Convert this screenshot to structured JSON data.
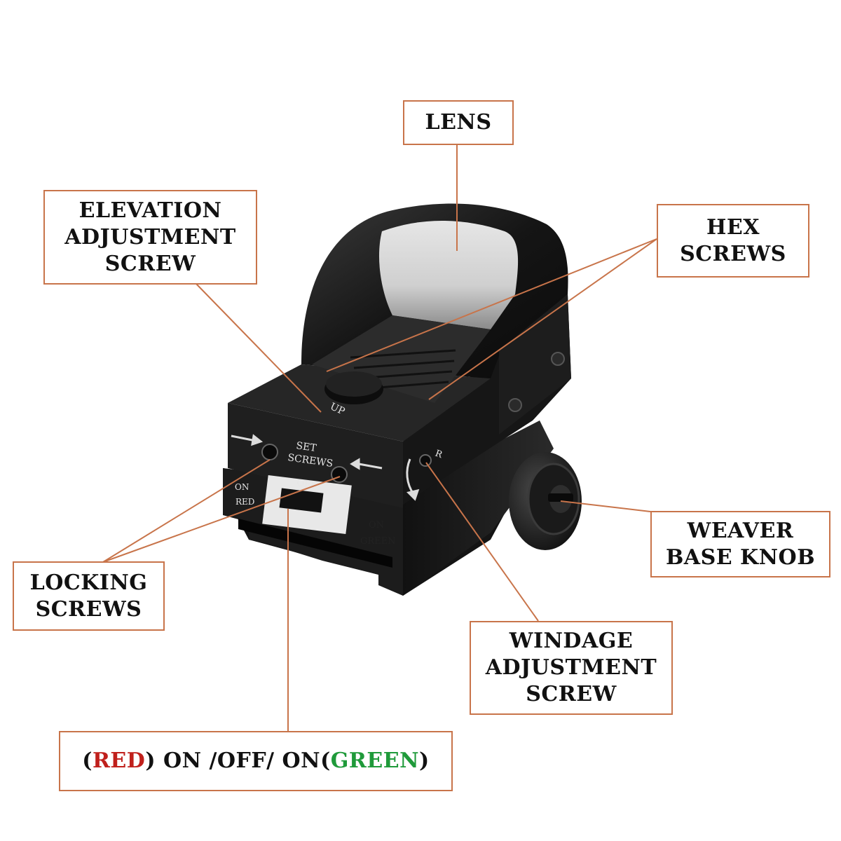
{
  "colors": {
    "leader": "#c8744a",
    "red_text": "#c0201c",
    "green_text": "#1f9a3a",
    "body_black": "#1a1a1a"
  },
  "labels": {
    "lens": [
      "LENS"
    ],
    "elevation": [
      "ELEVATION",
      "ADJUSTMENT",
      "SCREW"
    ],
    "hex": [
      "HEX",
      "SCREWS"
    ],
    "locking": [
      "LOCKING",
      "SCREWS"
    ],
    "weaver": [
      "WEAVER",
      "BASE KNOB"
    ],
    "windage": [
      "WINDAGE",
      "ADJUSTMENT",
      "SCREW"
    ]
  },
  "switch_label": {
    "open_paren": "(",
    "red": "RED",
    "middle": ") ON /OFF/ ON(",
    "green": "GREEN",
    "close_paren": ")"
  },
  "device_markings": {
    "up": "UP",
    "set_screws": [
      "SET",
      "SCREWS"
    ],
    "off": "OFF",
    "on_red": [
      "ON",
      "RED"
    ],
    "on_green": [
      "ON",
      "GREEN"
    ],
    "r": "R"
  }
}
